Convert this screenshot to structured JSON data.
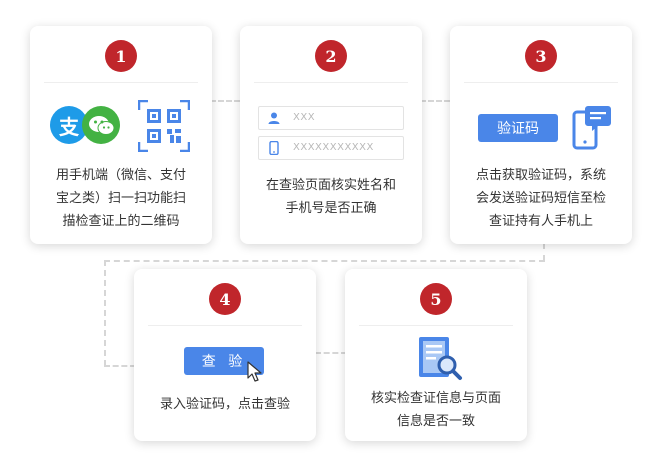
{
  "steps": [
    {
      "number": "1",
      "text": "用手机端（微信、支付宝之类）扫一扫功能扫描检查证上的二维码",
      "lines": [
        "用手机端（微信、支付",
        "宝之类）扫一扫功能扫",
        "描检查证上的二维码"
      ]
    },
    {
      "number": "2",
      "lines": [
        "在查验页面核实姓名和",
        "手机号是否正确"
      ],
      "name_placeholder": "XXX",
      "phone_placeholder": "XXXXXXXXXXX"
    },
    {
      "number": "3",
      "lines": [
        "点击获取验证码，系统",
        "会发送验证码短信至检",
        "查证持有人手机上"
      ],
      "button_label": "验证码"
    },
    {
      "number": "4",
      "lines": [
        "录入验证码，点击查验"
      ],
      "button_label": "查 验"
    },
    {
      "number": "5",
      "lines": [
        "核实检查证信息与页面",
        "信息是否一致"
      ]
    }
  ],
  "icons": {
    "alipay_glyph": "支",
    "colors": {
      "badge": "#c0262b",
      "button": "#4a86e8",
      "alipay": "#1e9be8",
      "wechat": "#43b243"
    }
  }
}
